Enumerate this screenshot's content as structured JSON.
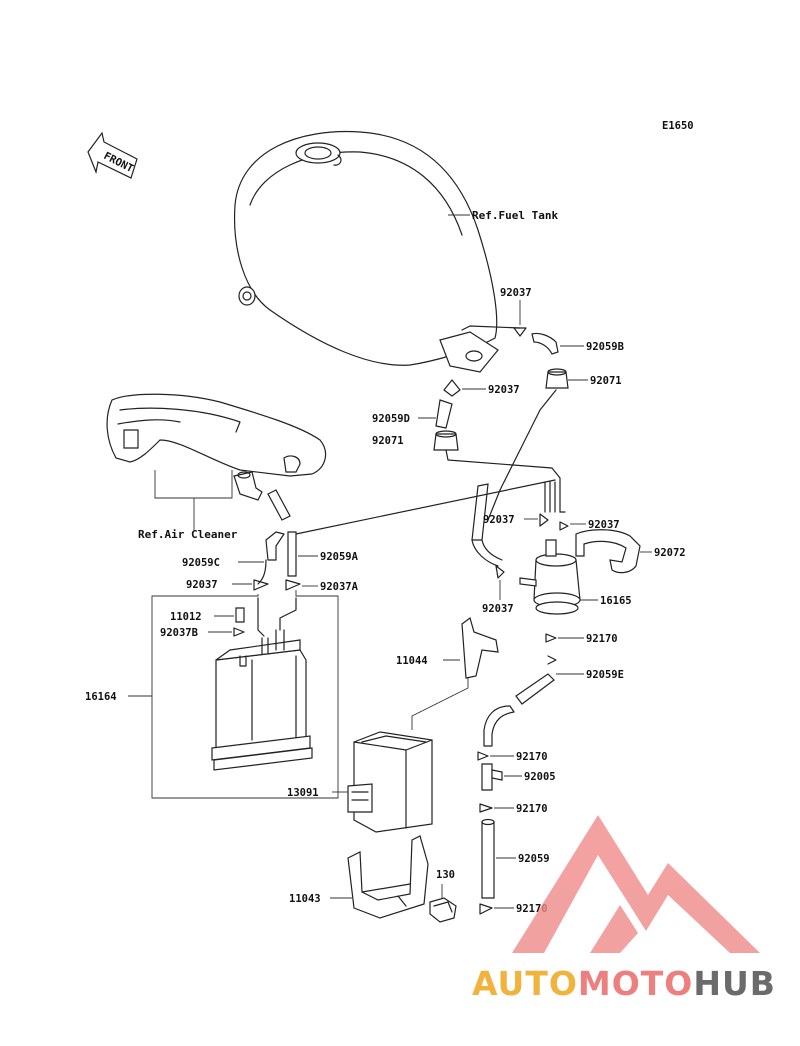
{
  "diagram_code": "E1650",
  "front_label": "FRONT",
  "refs": {
    "fuel_tank": "Ref.Fuel Tank",
    "air_cleaner": "Ref.Air Cleaner"
  },
  "parts": {
    "p92037_a": "92037",
    "p92059B": "92059B",
    "p92037_b": "92037",
    "p92071_a": "92071",
    "p92059D": "92059D",
    "p92071_b": "92071",
    "p92037_c": "92037",
    "p92037_d": "92037",
    "p92072": "92072",
    "p92059C": "92059C",
    "p92059A": "92059A",
    "p92037_e": "92037",
    "p92037A": "92037A",
    "p92037_f": "92037",
    "p16165": "16165",
    "p11012": "11012",
    "p92037B": "92037B",
    "p92170_a": "92170",
    "p11044": "11044",
    "p92059E": "92059E",
    "p16164": "16164",
    "p92170_b": "92170",
    "p92005": "92005",
    "p13091": "13091",
    "p92170_c": "92170",
    "p92059": "92059",
    "p130": "130",
    "p11043": "11043",
    "p92170_d": "92170"
  },
  "watermark": {
    "auto": "AUTO",
    "moto": "MOTO",
    "hub": "HUB",
    "colors": {
      "auto": "#f2b33d",
      "moto": "#ee7f7f",
      "hub": "#6b6b6b",
      "logo": "#f08a8a"
    }
  }
}
